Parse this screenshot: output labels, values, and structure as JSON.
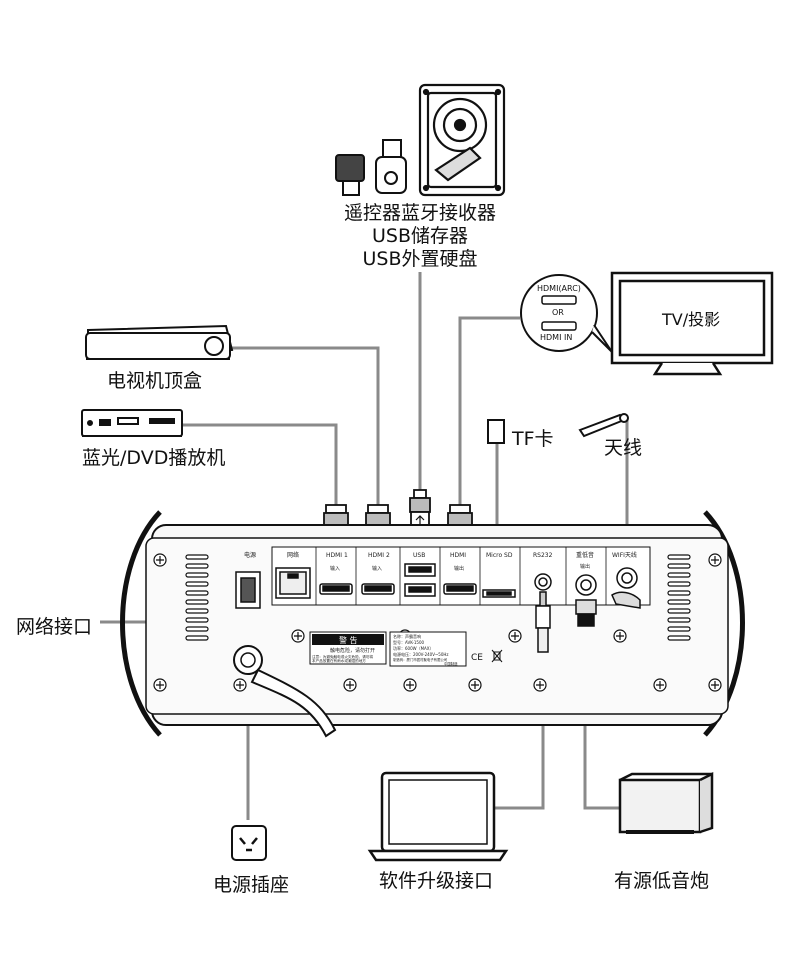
{
  "labels": {
    "usb_group": [
      "遥控器蓝牙接收器",
      "USB储存器",
      "USB外置硬盘"
    ],
    "stb": "电视机顶盒",
    "bluray": "蓝光/DVD播放机",
    "tv": "TV/投影",
    "hdmi_arc": "HDMI(ARC)",
    "or": "OR",
    "hdmi_in": "HDMI IN",
    "tf_card": "TF卡",
    "antenna": "天线",
    "network_port": "网络接口",
    "power_socket": "电源插座",
    "software_upgrade": "软件升级接口",
    "subwoofer": "有源低音炮"
  },
  "panel": {
    "power": "电源",
    "network": "网络",
    "hdmi1": "HDMI 1",
    "hdmi2": "HDMI 2",
    "usb": "USB",
    "hdmi": "HDMI",
    "micro_sd": "Micro SD",
    "rs232": "RS232",
    "sub_out": "重低音",
    "wifi": "WIFI天线",
    "in1": "输入",
    "in2": "输入",
    "out": "输出",
    "out2": "输出",
    "warning_title": "警 告",
    "warning_line1": "触电危险，请勿打开",
    "warning_note1": "注意：为避免触电或火灾危险，请勿将",
    "warning_note2": "本产品放置在有雨水或潮湿的地方",
    "spec_name": "名称：声霸音响",
    "spec_model": "型号：AVK-1500",
    "spec_power": "功率：600W（MAX）",
    "spec_voltage": "电源电压：200V-240V~50Hz",
    "spec_maker": "制造商：厦门市居村聚电子有限公司",
    "spec_made_in": "中国制造",
    "ce_mark": "CE"
  },
  "colors": {
    "line": "#111111",
    "cable": "#8a8a8a",
    "panel_fill": "#f7f7f7"
  }
}
